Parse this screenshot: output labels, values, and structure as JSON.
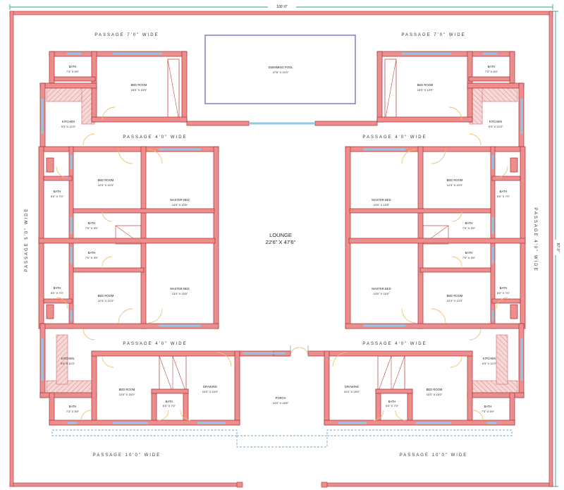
{
  "dimensions": {
    "overall_width": "100'-0\"",
    "overall_depth": "87'-0\""
  },
  "passages": {
    "top_left": "PASSAGE 7'0\" WIDE",
    "top_right": "PASSAGE 7'0\" WIDE",
    "inner_left_upper": "PASSAGE 4'0\" WIDE",
    "inner_right_upper": "PASSAGE 4'0\" WIDE",
    "inner_left_lower": "PASSAGE 4'0\" WIDE",
    "inner_right_lower": "PASSAGE 4'0\" WIDE",
    "bottom_left": "PASSAGE 10'0\" WIDE",
    "bottom_right": "PASSAGE 10'0\" WIDE",
    "side_left": "PASSAGE 5'0\" WIDE",
    "side_right": "PASSAGE 4'0\" WIDE"
  },
  "rooms": {
    "pool": {
      "name": "SWIMMING POOL",
      "size": "27'6\" X 10'0\""
    },
    "lounge": {
      "name": "LOUNGE",
      "size": "22'6\" X 47'6\""
    },
    "porch": {
      "name": "PORCH",
      "size": "14'0\" X 18'9\""
    },
    "tl_bath": {
      "name": "BATH",
      "size": "7'3\" X 5'9\""
    },
    "tl_bed": {
      "name": "BED ROOM",
      "size": "15'0\" X 13'9\""
    },
    "tl_kitchen": {
      "name": "KITCHEN",
      "size": "9'3\" X 12'3\""
    },
    "l1_bed": {
      "name": "BED ROOM",
      "size": "12'3\" X 10'3\""
    },
    "l1_master": {
      "name": "MASTER BED",
      "size": "13'0\" X 15'6\""
    },
    "l1_bath": {
      "name": "BATH",
      "size": "5'0\" X 7'0\""
    },
    "l_bath_a": {
      "name": "BATH",
      "size": "7'0\" X 3'9\""
    },
    "l_bath_b": {
      "name": "BATH",
      "size": "7'0\" X 3'9\""
    },
    "l2_bath": {
      "name": "BATH",
      "size": "5'0\" X 7'0\""
    },
    "l2_bed": {
      "name": "BED ROOM",
      "size": "12'3\" X 10'3\""
    },
    "l2_master": {
      "name": "MASTER BED",
      "size": "13'0\" X 15'6\""
    },
    "bl_kitchen": {
      "name": "KITCHEN",
      "size": "9'3\" X 12'3\""
    },
    "bl_bed": {
      "name": "BED ROOM",
      "size": "10'0\" X 15'0\""
    },
    "bl_bath_small": {
      "name": "BATH",
      "size": "5'0\" X 7'0\""
    },
    "bl_drawing": {
      "name": "DRAWING",
      "size": "10'0\" X 15'0\""
    },
    "bl_bath": {
      "name": "BATH",
      "size": "7'3\" X 5'9\""
    },
    "tr_bath": {
      "name": "BATH",
      "size": "7'3\" X 5'9\""
    },
    "tr_bed": {
      "name": "BED ROOM",
      "size": "15'0\" X 13'9\""
    },
    "tr_kitchen": {
      "name": "KITCHEN",
      "size": "9'3\" X 12'3\""
    },
    "r1_bed": {
      "name": "BED ROOM",
      "size": "12'3\" X 10'3\""
    },
    "r1_master": {
      "name": "MASTER BED",
      "size": "13'0\" X 15'6\""
    },
    "r1_bath": {
      "name": "BATH",
      "size": "5'0\" X 7'0\""
    },
    "r_bath_a": {
      "name": "BATH",
      "size": "7'0\" X 3'9\""
    },
    "r_bath_b": {
      "name": "BATH",
      "size": "7'0\" X 3'9\""
    },
    "r2_bath": {
      "name": "BATH",
      "size": "5'0\" X 7'0\""
    },
    "r2_bed": {
      "name": "BED ROOM",
      "size": "12'3\" X 10'3\""
    },
    "r2_master": {
      "name": "MASTER BED",
      "size": "13'0\" X 15'6\""
    },
    "br_kitchen": {
      "name": "KITCHEN",
      "size": "9'3\" X 12'3\""
    },
    "br_bed": {
      "name": "BED ROOM",
      "size": "10'0\" X 15'0\""
    },
    "br_bath_small": {
      "name": "BATH",
      "size": "5'0\" X 7'0\""
    },
    "br_drawing": {
      "name": "DRAWING",
      "size": "10'0\" X 15'0\""
    },
    "br_bath": {
      "name": "BATH",
      "size": "7'3\" X 5'9\""
    }
  },
  "colors": {
    "wall_fill": "#ec8e8e",
    "wall_stroke": "#a82f35",
    "window": "#8ec8e6",
    "door_swing": "#f0c070",
    "pool_outline": "#6a6ab8",
    "dimension_line": "#2aa39a"
  }
}
